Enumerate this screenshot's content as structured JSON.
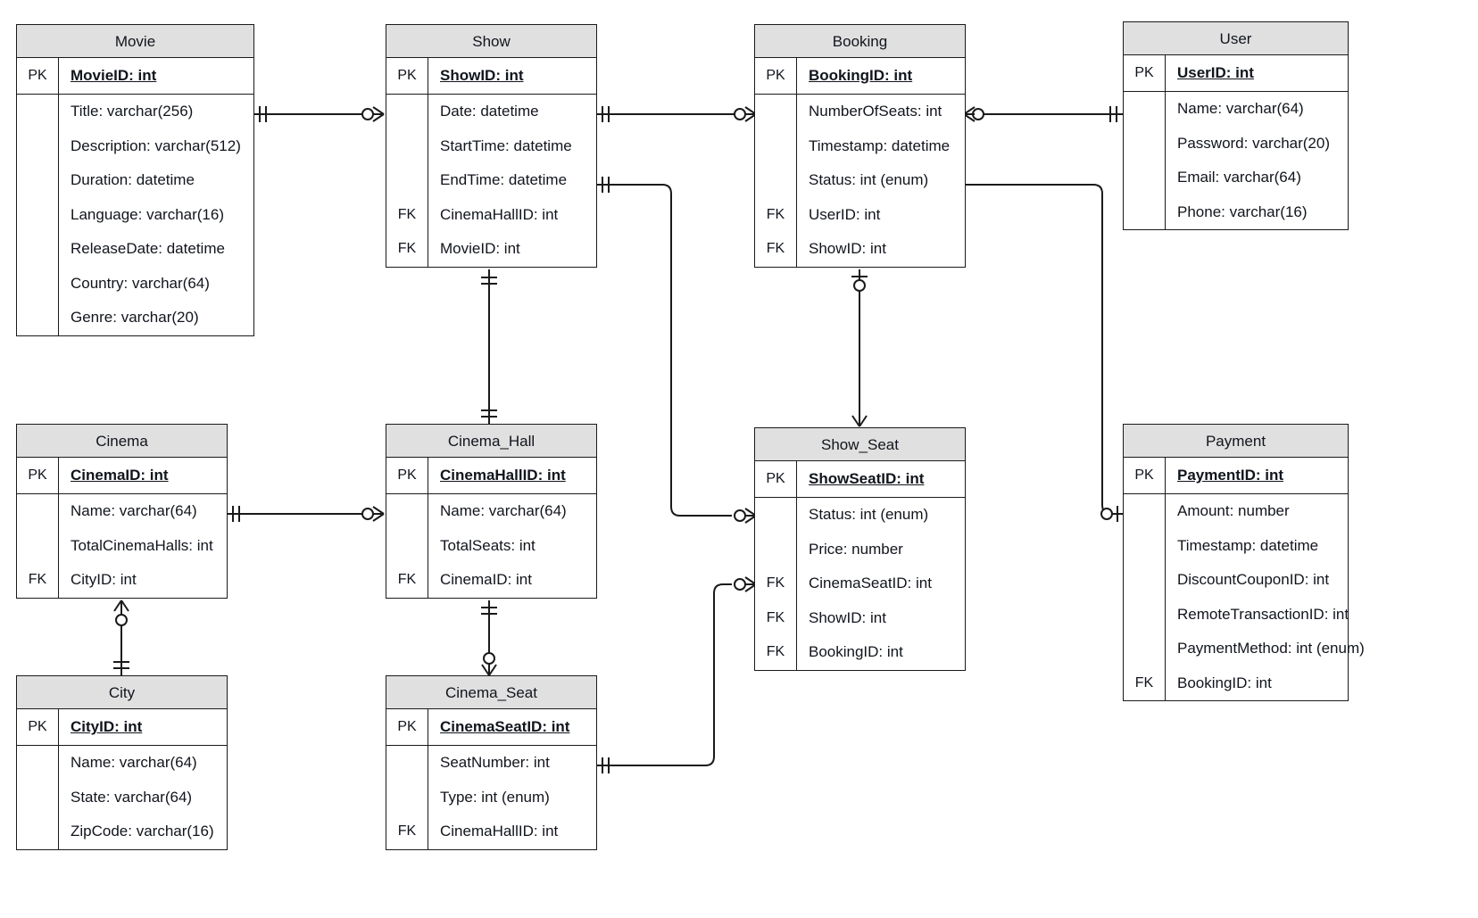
{
  "diagram": {
    "title": "Cinema Ticket Booking ER Diagram",
    "colors": {
      "header_fill": "#e0e0e0",
      "border": "#1a1a1a",
      "body_fill": "#ffffff",
      "text": "#11151c"
    },
    "notation": "crow's-foot"
  },
  "entities": [
    {
      "id": "movie",
      "name": "Movie",
      "pk": {
        "key": "PK",
        "field": "MovieID: int"
      },
      "attributes": [
        {
          "key": "",
          "field": "Title: varchar(256)"
        },
        {
          "key": "",
          "field": "Description: varchar(512)"
        },
        {
          "key": "",
          "field": "Duration: datetime"
        },
        {
          "key": "",
          "field": "Language: varchar(16)"
        },
        {
          "key": "",
          "field": "ReleaseDate: datetime"
        },
        {
          "key": "",
          "field": "Country: varchar(64)"
        },
        {
          "key": "",
          "field": "Genre: varchar(20)"
        }
      ]
    },
    {
      "id": "show",
      "name": "Show",
      "pk": {
        "key": "PK",
        "field": "ShowID: int"
      },
      "attributes": [
        {
          "key": "",
          "field": "Date: datetime"
        },
        {
          "key": "",
          "field": "StartTime: datetime"
        },
        {
          "key": "",
          "field": "EndTime: datetime"
        },
        {
          "key": "FK",
          "field": "CinemaHallID: int"
        },
        {
          "key": "FK",
          "field": "MovieID: int"
        }
      ]
    },
    {
      "id": "booking",
      "name": "Booking",
      "pk": {
        "key": "PK",
        "field": "BookingID: int"
      },
      "attributes": [
        {
          "key": "",
          "field": "NumberOfSeats: int"
        },
        {
          "key": "",
          "field": "Timestamp: datetime"
        },
        {
          "key": "",
          "field": "Status: int (enum)"
        },
        {
          "key": "FK",
          "field": "UserID: int"
        },
        {
          "key": "FK",
          "field": "ShowID: int"
        }
      ]
    },
    {
      "id": "user",
      "name": "User",
      "pk": {
        "key": "PK",
        "field": "UserID: int"
      },
      "attributes": [
        {
          "key": "",
          "field": "Name: varchar(64)"
        },
        {
          "key": "",
          "field": "Password: varchar(20)"
        },
        {
          "key": "",
          "field": "Email: varchar(64)"
        },
        {
          "key": "",
          "field": "Phone: varchar(16)"
        }
      ]
    },
    {
      "id": "cinema",
      "name": "Cinema",
      "pk": {
        "key": "PK",
        "field": "CinemaID: int"
      },
      "attributes": [
        {
          "key": "",
          "field": "Name: varchar(64)"
        },
        {
          "key": "",
          "field": "TotalCinemaHalls: int"
        },
        {
          "key": "FK",
          "field": "CityID: int"
        }
      ]
    },
    {
      "id": "cinema_hall",
      "name": "Cinema_Hall",
      "pk": {
        "key": "PK",
        "field": "CinemaHallID: int"
      },
      "attributes": [
        {
          "key": "",
          "field": "Name: varchar(64)"
        },
        {
          "key": "",
          "field": "TotalSeats: int"
        },
        {
          "key": "FK",
          "field": "CinemaID: int"
        }
      ]
    },
    {
      "id": "show_seat",
      "name": "Show_Seat",
      "pk": {
        "key": "PK",
        "field": "ShowSeatID: int"
      },
      "attributes": [
        {
          "key": "",
          "field": "Status: int (enum)"
        },
        {
          "key": "",
          "field": "Price: number"
        },
        {
          "key": "FK",
          "field": "CinemaSeatID: int"
        },
        {
          "key": "FK",
          "field": "ShowID: int"
        },
        {
          "key": "FK",
          "field": "BookingID: int"
        }
      ]
    },
    {
      "id": "payment",
      "name": "Payment",
      "pk": {
        "key": "PK",
        "field": "PaymentID: int"
      },
      "attributes": [
        {
          "key": "",
          "field": "Amount: number"
        },
        {
          "key": "",
          "field": "Timestamp: datetime"
        },
        {
          "key": "",
          "field": "DiscountCouponID: int"
        },
        {
          "key": "",
          "field": "RemoteTransactionID: int"
        },
        {
          "key": "",
          "field": "PaymentMethod: int (enum)"
        },
        {
          "key": "FK",
          "field": "BookingID: int"
        }
      ]
    },
    {
      "id": "city",
      "name": "City",
      "pk": {
        "key": "PK",
        "field": "CityID: int"
      },
      "attributes": [
        {
          "key": "",
          "field": "Name: varchar(64)"
        },
        {
          "key": "",
          "field": "State: varchar(64)"
        },
        {
          "key": "",
          "field": "ZipCode: varchar(16)"
        }
      ]
    }
  ],
  "relationships": [
    {
      "id": "movie-show",
      "from": "Movie",
      "to": "Show",
      "from_card": "one-and-only-one",
      "to_card": "zero-or-many"
    },
    {
      "id": "show-booking",
      "from": "Show",
      "to": "Booking",
      "from_card": "one-and-only-one",
      "to_card": "zero-or-many"
    },
    {
      "id": "booking-user",
      "from": "Booking",
      "to": "User",
      "from_card": "zero-or-many",
      "to_card": "one-and-only-one"
    },
    {
      "id": "show-showseat",
      "from": "Show",
      "to": "Show_Seat",
      "from_card": "one-and-only-one",
      "to_card": "zero-or-many"
    },
    {
      "id": "booking-showseat",
      "from": "Booking",
      "to": "Show_Seat",
      "from_card": "one-or-zero",
      "to_card": "one-or-many"
    },
    {
      "id": "booking-payment",
      "from": "Booking",
      "to": "Payment",
      "from_card": "one-and-only-one",
      "to_card": "zero-or-one"
    },
    {
      "id": "show-cinemahall",
      "from": "Show",
      "to": "Cinema_Hall",
      "from_card": "one-and-only-one",
      "to_card": "one-and-only-one"
    },
    {
      "id": "cinema-cinemahall",
      "from": "Cinema",
      "to": "Cinema_Hall",
      "from_card": "one-and-only-one",
      "to_card": "zero-or-many"
    },
    {
      "id": "cinema-city",
      "from": "Cinema",
      "to": "City",
      "from_card": "zero-or-many",
      "to_card": "one-and-only-one"
    },
    {
      "id": "cinemahall-cinemaseat",
      "from": "Cinema_Hall",
      "to": "Cinema_Seat",
      "from_card": "one-and-only-one",
      "to_card": "zero-or-many"
    },
    {
      "id": "cinemaseat-showseat",
      "from": "Cinema_Seat",
      "to": "Show_Seat",
      "from_card": "one-and-only-one",
      "to_card": "zero-or-many"
    }
  ],
  "cinema_seat": {
    "id": "cinema_seat",
    "name": "Cinema_Seat",
    "pk": {
      "key": "PK",
      "field": "CinemaSeatID: int"
    },
    "attributes": [
      {
        "key": "",
        "field": "SeatNumber: int"
      },
      {
        "key": "",
        "field": "Type: int (enum)"
      },
      {
        "key": "FK",
        "field": "CinemaHallID: int"
      }
    ]
  }
}
